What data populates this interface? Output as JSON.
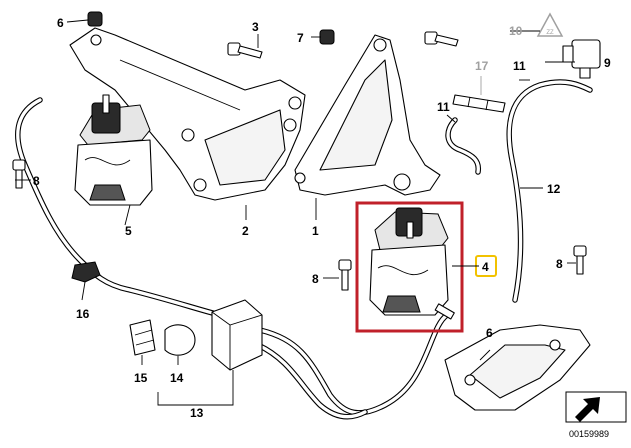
{
  "diagram": {
    "callouts": [
      {
        "id": "p1",
        "label": "1"
      },
      {
        "id": "p2",
        "label": "2"
      },
      {
        "id": "p3",
        "label": "3"
      },
      {
        "id": "p4",
        "label": "4"
      },
      {
        "id": "p5",
        "label": "5"
      },
      {
        "id": "p6a",
        "label": "6"
      },
      {
        "id": "p6b",
        "label": "6"
      },
      {
        "id": "p7",
        "label": "7"
      },
      {
        "id": "p8a",
        "label": "8"
      },
      {
        "id": "p8b",
        "label": "8"
      },
      {
        "id": "p8c",
        "label": "8"
      },
      {
        "id": "p9",
        "label": "9"
      },
      {
        "id": "p10",
        "label": "10"
      },
      {
        "id": "p11a",
        "label": "11"
      },
      {
        "id": "p11b",
        "label": "11"
      },
      {
        "id": "p12",
        "label": "12"
      },
      {
        "id": "p13",
        "label": "13"
      },
      {
        "id": "p14",
        "label": "14"
      },
      {
        "id": "p15",
        "label": "15"
      },
      {
        "id": "p16",
        "label": "16"
      },
      {
        "id": "p17",
        "label": "17"
      }
    ],
    "highlight": {
      "part": "4",
      "box_color": "#c0202a",
      "label_color": "#f2c200"
    },
    "warning_symbol_text": "ZZ",
    "document_id": "00159989"
  }
}
